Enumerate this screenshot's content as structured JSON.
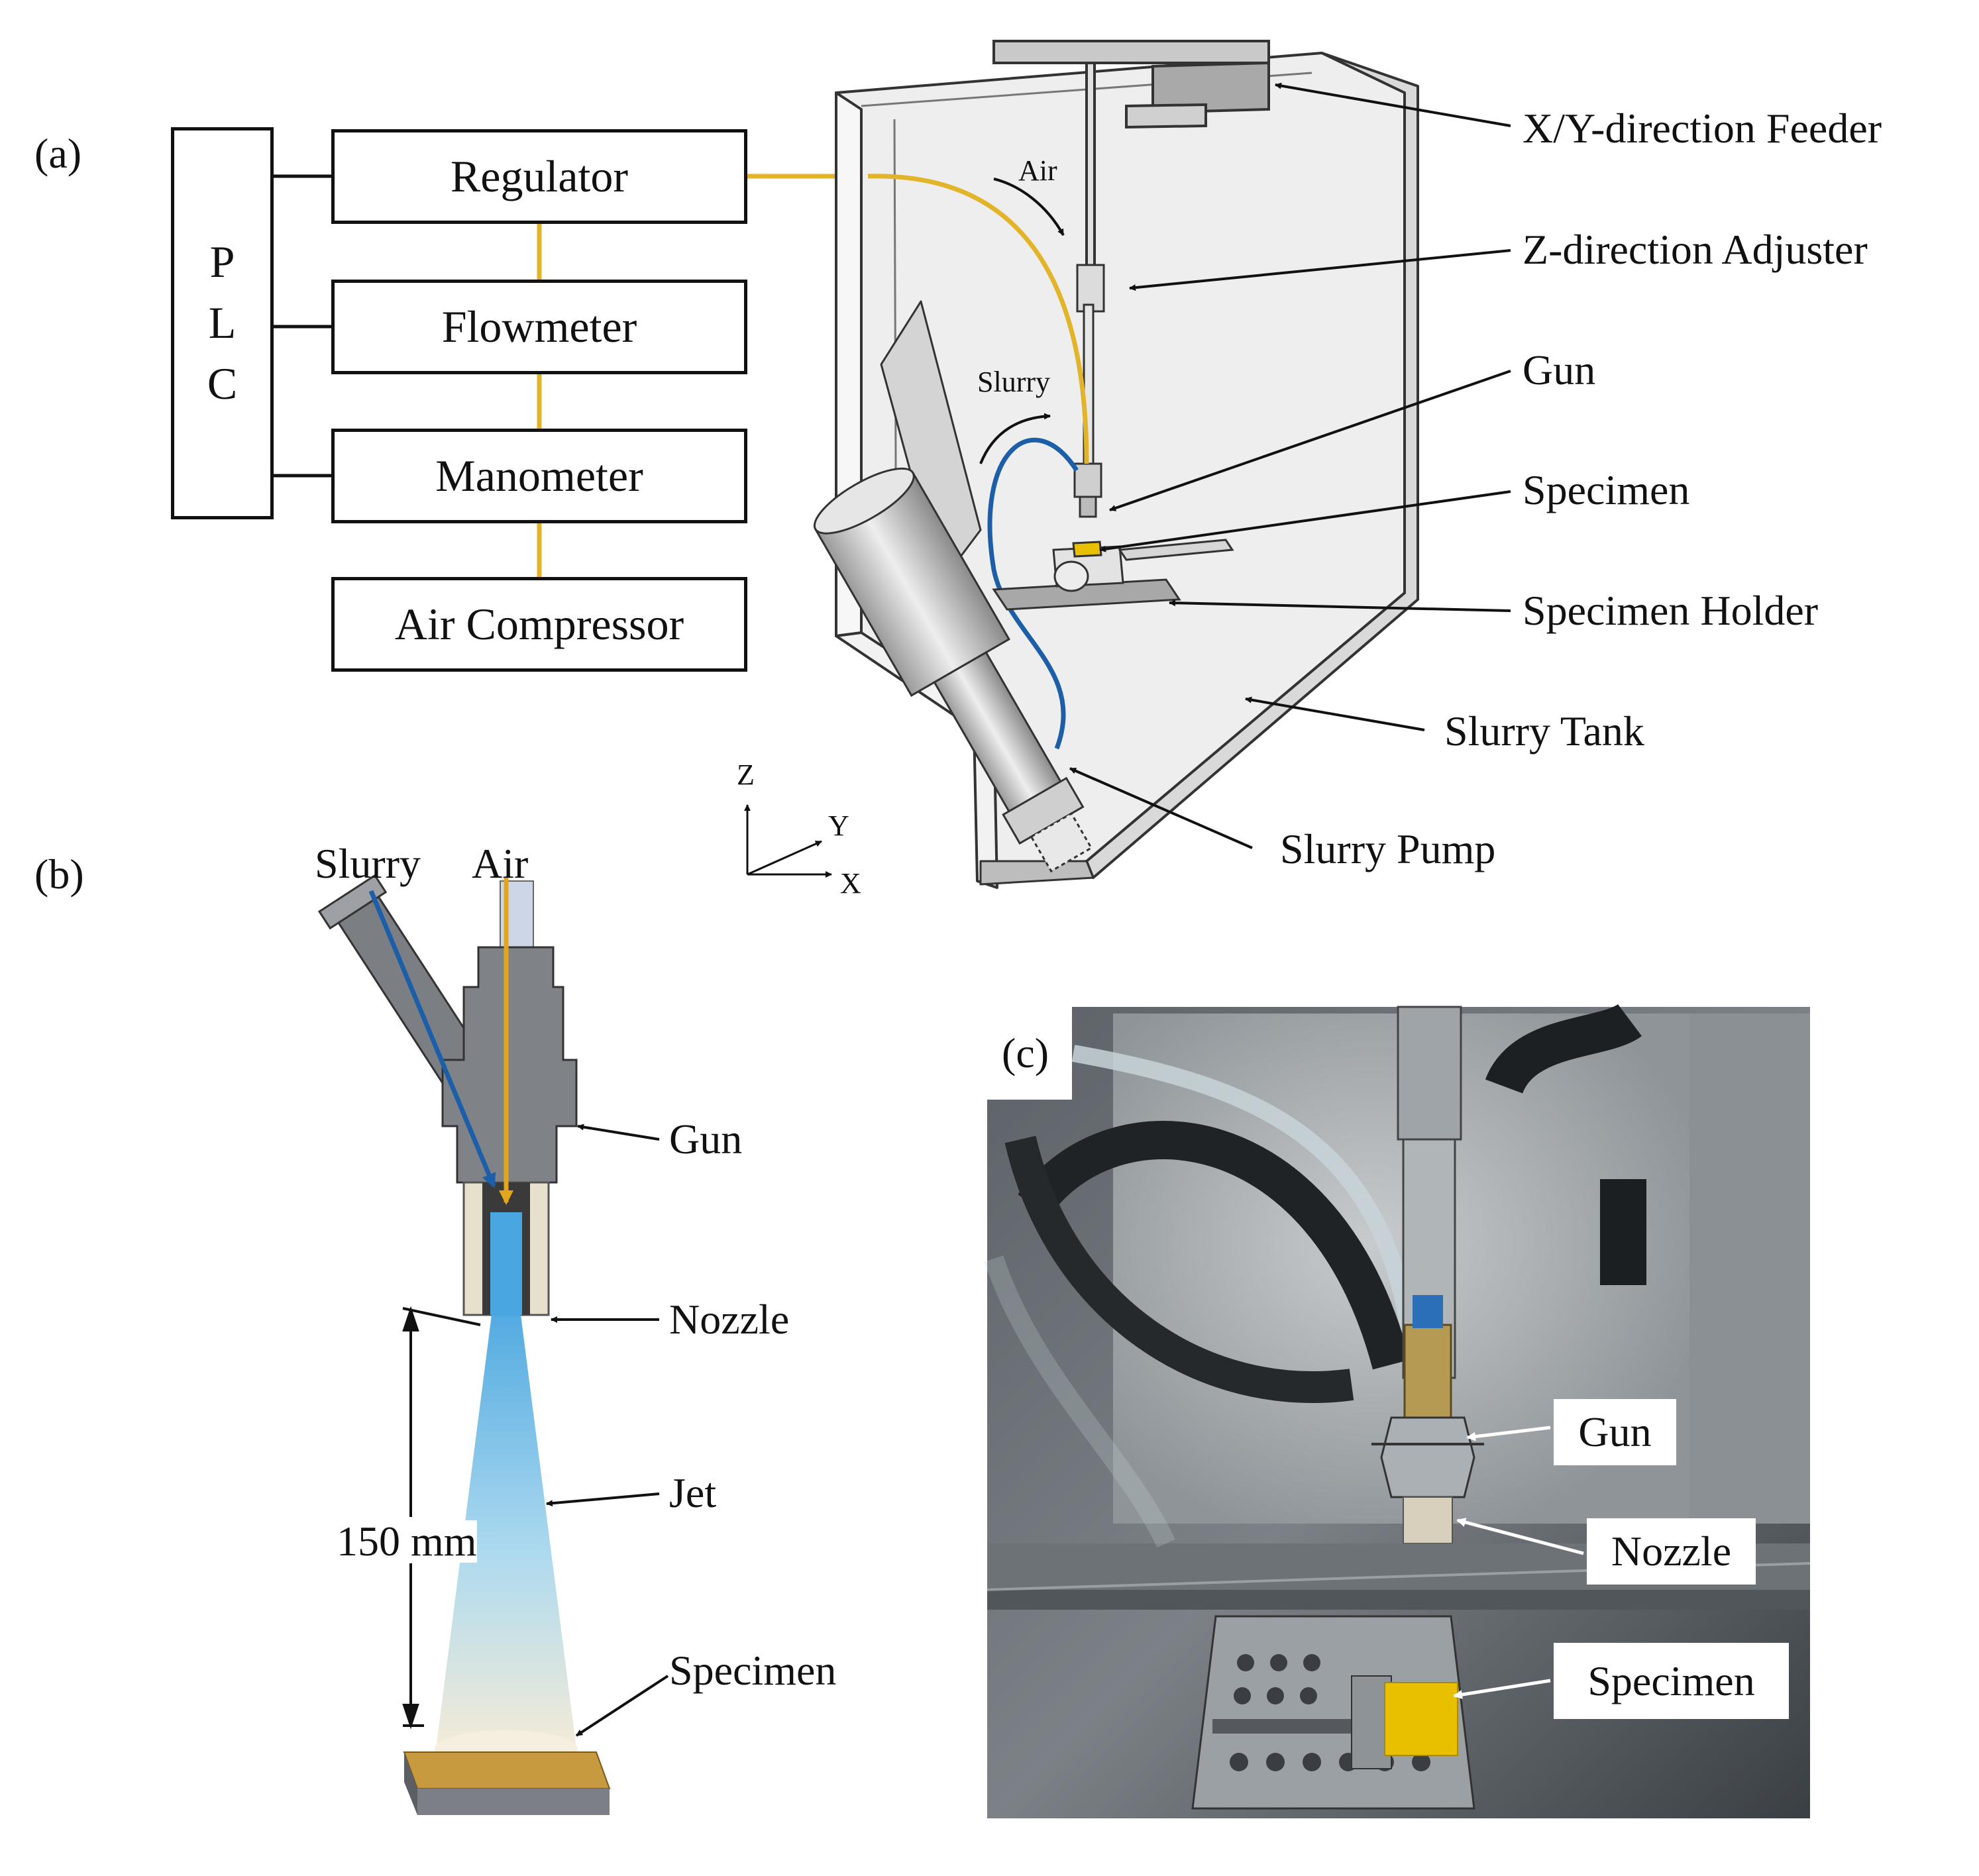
{
  "panels": {
    "a": "(a)",
    "b": "(b)",
    "c": "(c)"
  },
  "control": {
    "plc_letters": [
      "P",
      "L",
      "C"
    ],
    "boxes": [
      "Regulator",
      "Flowmeter",
      "Manometer",
      "Air Compressor"
    ]
  },
  "tank": {
    "flow_air": "Air",
    "flow_slurry": "Slurry",
    "callouts": [
      "X/Y-direction Feeder",
      "Z-direction Adjuster",
      "Gun",
      "Specimen",
      "Specimen Holder",
      "Slurry Tank",
      "Slurry Pump"
    ],
    "axes": {
      "z": "Z",
      "y": "Y",
      "x": "X"
    }
  },
  "gun_section": {
    "inputs": {
      "slurry": "Slurry",
      "air": "Air"
    },
    "callouts": [
      "Gun",
      "Nozzle",
      "Jet",
      "Specimen"
    ],
    "standoff": "150 mm"
  },
  "photo": {
    "callouts": [
      "Gun",
      "Nozzle",
      "Specimen"
    ]
  },
  "colors": {
    "air_line": "#e2b42a",
    "slurry_line": "#1c5fa8",
    "specimen": "#e8c000",
    "jet": "#5ab4e6"
  }
}
